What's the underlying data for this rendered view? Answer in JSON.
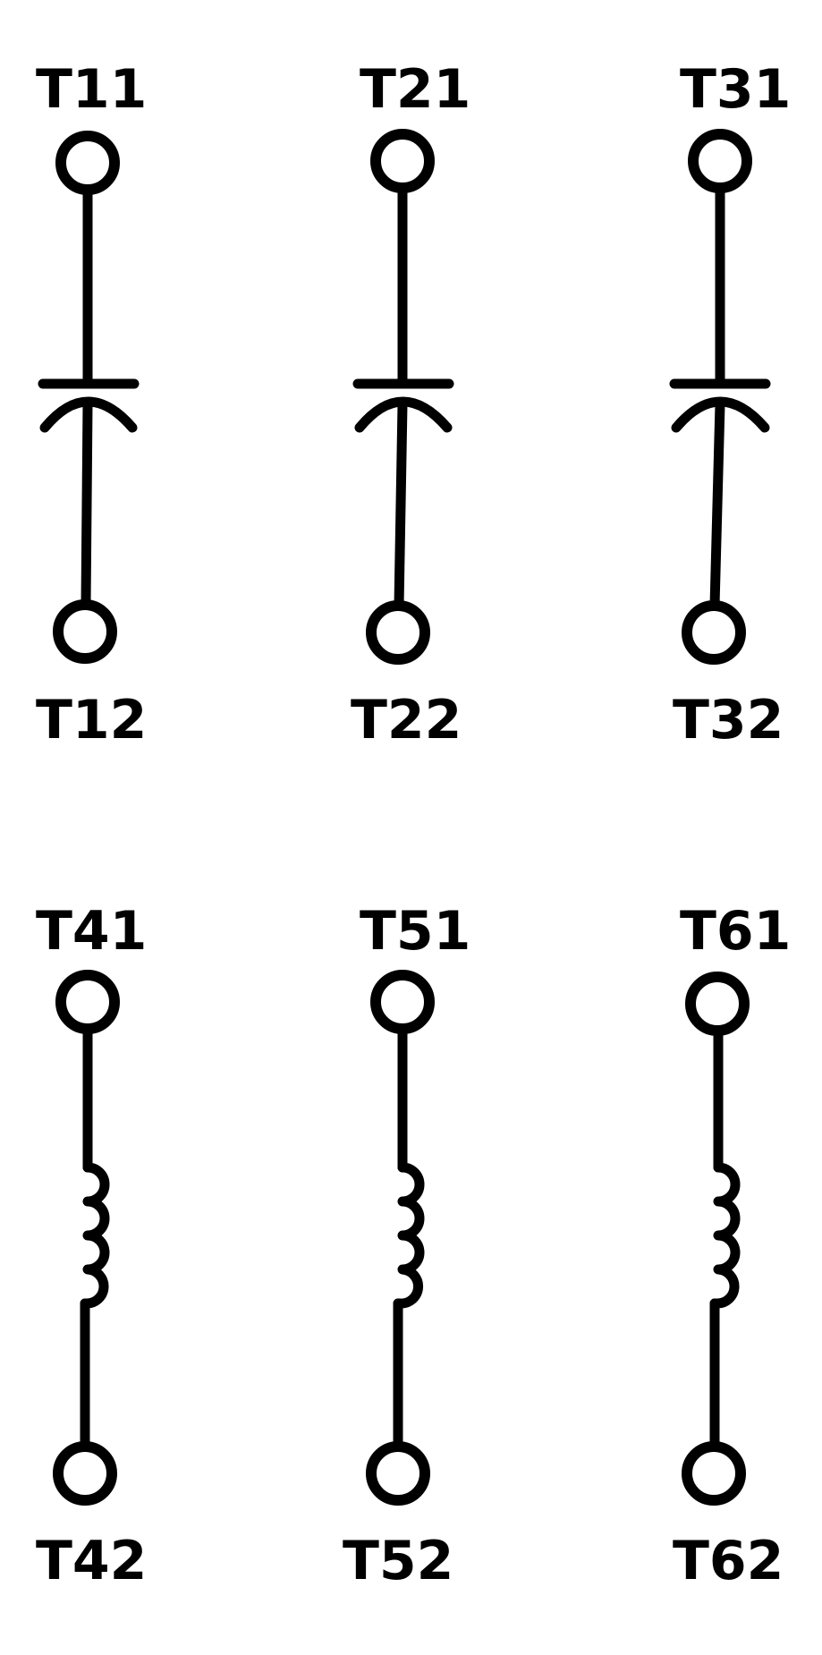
{
  "diagram": {
    "type": "electrical schematic symbols",
    "stroke_color": "#000000",
    "background": "#ffffff",
    "rows": [
      {
        "component": "capacitor",
        "items": [
          {
            "top": "T11",
            "bottom": "T12"
          },
          {
            "top": "T21",
            "bottom": "T22"
          },
          {
            "top": "T31",
            "bottom": "T32"
          }
        ]
      },
      {
        "component": "inductor",
        "items": [
          {
            "top": "T41",
            "bottom": "T42"
          },
          {
            "top": "T51",
            "bottom": "T52"
          },
          {
            "top": "T61",
            "bottom": "T62"
          }
        ]
      }
    ]
  }
}
